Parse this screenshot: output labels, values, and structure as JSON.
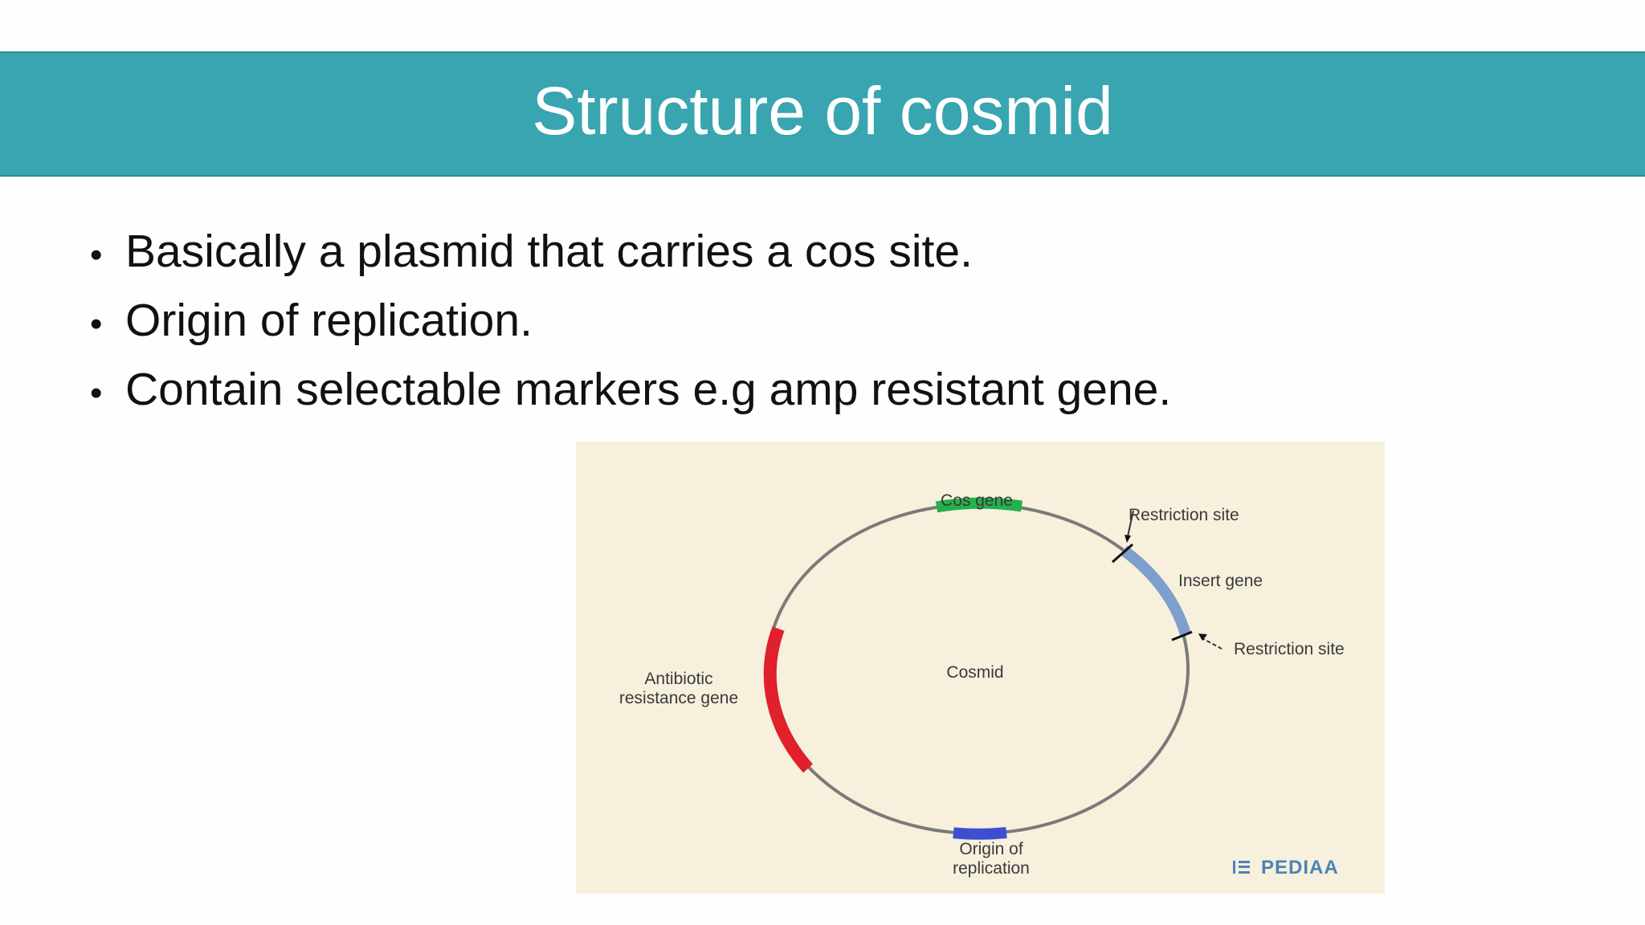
{
  "slide": {
    "title": "Structure of cosmid",
    "bullets": [
      "Basically a plasmid that carries a cos site.",
      "Origin of replication.",
      "Contain selectable markers e.g amp resistant gene."
    ]
  },
  "diagram": {
    "center_label": "Cosmid",
    "labels": {
      "cos_gene": "Cos gene",
      "restriction_site_top": "Restriction site",
      "insert_gene": "Insert gene",
      "restriction_site_bottom": "Restriction site",
      "antibiotic_line1": "Antibiotic",
      "antibiotic_line2": "resistance gene",
      "origin_line1": "Origin of",
      "origin_line2": "replication"
    },
    "brand": "PEDIAA",
    "colors": {
      "background": "#f6f0dd",
      "ring": "#7a7a7a",
      "cos_gene": "#22b14c",
      "insert_gene": "#7d9fcb",
      "antibiotic_gene": "#e0202a",
      "origin": "#3d4fd0",
      "brand": "#4a83b6"
    }
  },
  "theme": {
    "title_band": "#38a5b0"
  }
}
